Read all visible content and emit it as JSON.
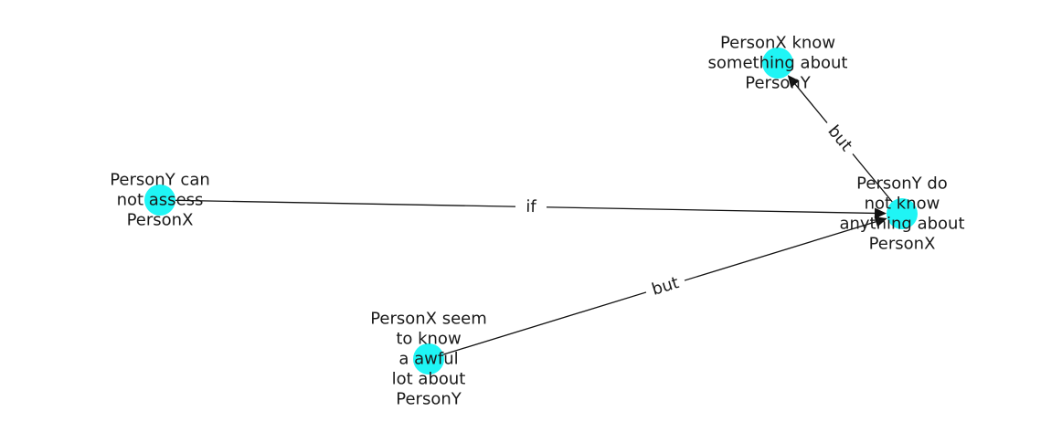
{
  "node_color": "#1ff5f5",
  "edge_color": "#111111",
  "nodes": [
    {
      "id": "n1",
      "lines": [
        "PersonX know",
        "something about",
        "PersonY"
      ]
    },
    {
      "id": "n2",
      "lines": [
        "PersonY can",
        "not assess",
        "PersonX"
      ]
    },
    {
      "id": "n3",
      "lines": [
        "PersonY do",
        "not know",
        "anything about",
        "PersonX"
      ]
    },
    {
      "id": "n4",
      "lines": [
        "PersonX seem",
        "to know",
        "a awful",
        "lot about",
        "PersonY"
      ]
    }
  ],
  "edges": [
    {
      "id": "e1",
      "from": "n3",
      "to": "n1",
      "label": "but"
    },
    {
      "id": "e2",
      "from": "n2",
      "to": "n3",
      "label": "if"
    },
    {
      "id": "e3",
      "from": "n4",
      "to": "n3",
      "label": "but"
    }
  ]
}
